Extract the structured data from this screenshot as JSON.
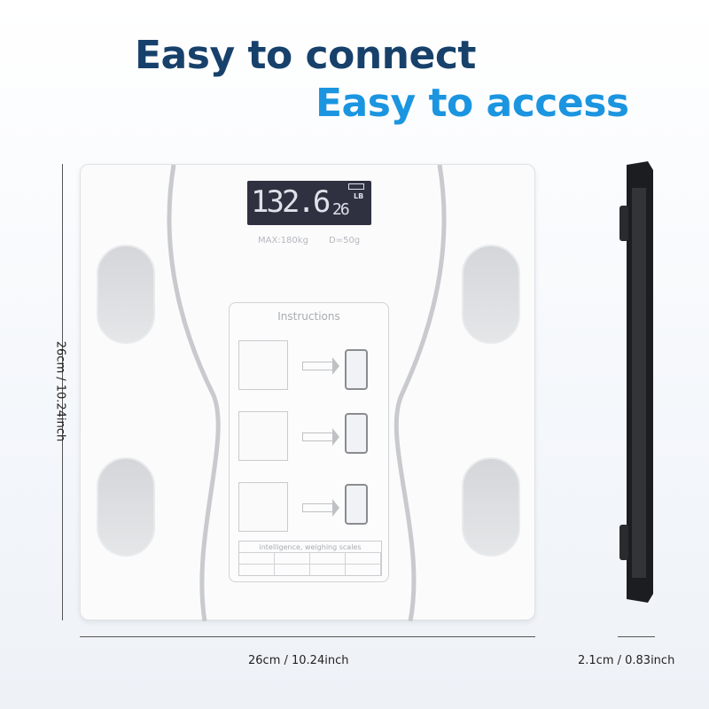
{
  "headline": {
    "line1": "Easy to connect",
    "line2": "Easy to access"
  },
  "colors": {
    "line1": "#17416b",
    "line2": "#1b95e0",
    "lcd": "#2f3140"
  },
  "display": {
    "weight": "132.6",
    "secondary": "26",
    "unit": "LB"
  },
  "specs": {
    "max": "MAX:180kg",
    "division": "D=50g"
  },
  "instructions": {
    "title": "Instructions",
    "table_title": "intelligence, weighing scales"
  },
  "dimensions": {
    "height": "26cm / 10.24inch",
    "width": "26cm / 10.24inch",
    "thickness": "2.1cm / 0.83inch"
  }
}
